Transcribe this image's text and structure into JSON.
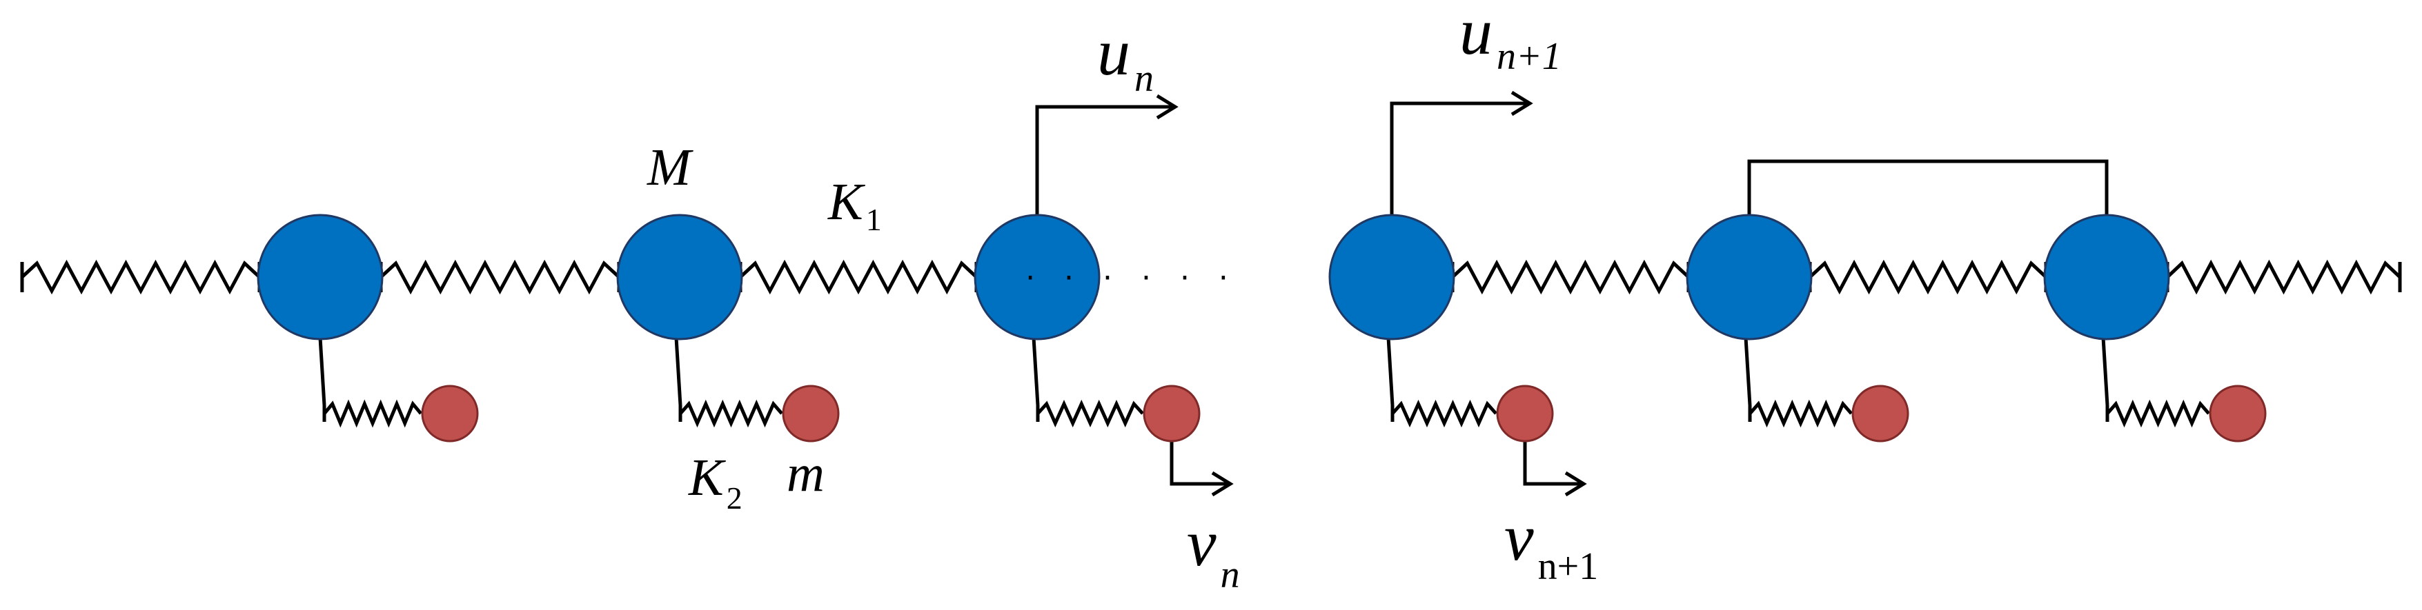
{
  "diagram": {
    "title": "",
    "colors": {
      "main_mass": "#0070C0",
      "main_mass_stroke": "#1F3864",
      "resonator_mass": "#C0504D",
      "resonator_mass_stroke": "#7F2A28",
      "line": "#000000"
    },
    "chain_separator": "· · · · · ·",
    "main_masses": [
      {
        "id": "m1"
      },
      {
        "id": "m2"
      },
      {
        "id": "m3"
      },
      {
        "id": "m4"
      },
      {
        "id": "m5"
      },
      {
        "id": "m6"
      }
    ],
    "labels": {
      "M": "M",
      "K1_base": "K",
      "K1_sub": "1",
      "K2_base": "K",
      "K2_sub": "2",
      "m": "m",
      "un_base": "u",
      "un_sub": "n",
      "un1_base": "u",
      "un1_sub": "n+1",
      "vn_base": "v",
      "vn_sub": "n",
      "vn1_base": "v",
      "vn1_sub": "n+1"
    }
  }
}
